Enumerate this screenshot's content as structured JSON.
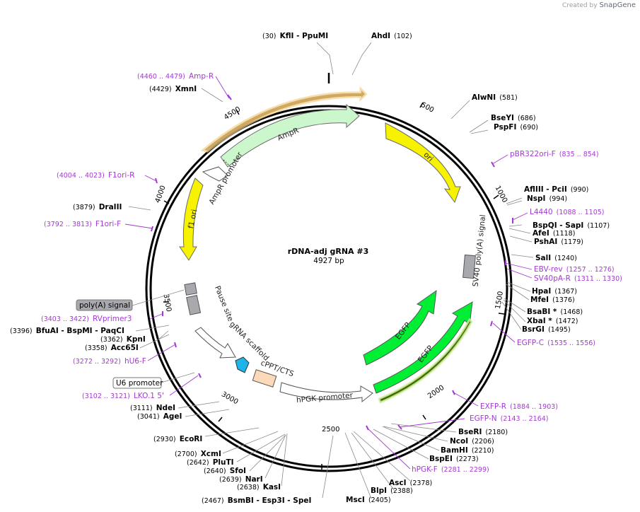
{
  "watermark": {
    "prefix": "Created by",
    "brand": "SnapGene"
  },
  "plasmid": {
    "name": "rDNA-adj gRNA #3",
    "length": "4927 bp"
  },
  "ticks": [
    "500",
    "1000",
    "1500",
    "2000",
    "2500",
    "3000",
    "3500",
    "4000",
    "4500"
  ],
  "enzymes": [
    {
      "pre": "(30)",
      "name": "KflI  - PpuMI",
      "post": ""
    },
    {
      "pre": "",
      "name": "AhdI",
      "post": "(102)"
    },
    {
      "pre": "",
      "name": "AlwNI",
      "post": "(581)"
    },
    {
      "pre": "",
      "name": "BseYI",
      "post": "(686)"
    },
    {
      "pre": "",
      "name": "PspFI",
      "post": "(690)"
    },
    {
      "pre": "",
      "name": "AflIII  - PciI",
      "post": "(990)"
    },
    {
      "pre": "",
      "name": "NspI",
      "post": "(994)"
    },
    {
      "pre": "",
      "name": "BspQI  - SapI",
      "post": "(1107)"
    },
    {
      "pre": "",
      "name": "AfeI",
      "post": "(1118)"
    },
    {
      "pre": "",
      "name": "PshAI",
      "post": "(1179)"
    },
    {
      "pre": "",
      "name": "SalI",
      "post": "(1240)"
    },
    {
      "pre": "",
      "name": "HpaI",
      "post": "(1367)"
    },
    {
      "pre": "",
      "name": "MfeI",
      "post": "(1376)"
    },
    {
      "pre": "",
      "name": "BsaBI *",
      "post": "(1468)"
    },
    {
      "pre": "",
      "name": "XbaI *",
      "post": "(1472)"
    },
    {
      "pre": "",
      "name": "BsrGI",
      "post": "(1495)"
    },
    {
      "pre": "",
      "name": "BseRI",
      "post": "(2180)"
    },
    {
      "pre": "",
      "name": "NcoI",
      "post": "(2206)"
    },
    {
      "pre": "",
      "name": "BamHI",
      "post": "(2210)"
    },
    {
      "pre": "",
      "name": "BspEI",
      "post": "(2273)"
    },
    {
      "pre": "",
      "name": "AscI",
      "post": "(2378)"
    },
    {
      "pre": "",
      "name": "BlpI",
      "post": "(2388)"
    },
    {
      "pre": "",
      "name": "MscI",
      "post": "(2405)"
    },
    {
      "pre": "(2467)",
      "name": "BsmBI  - Esp3I  - SpeI",
      "post": ""
    },
    {
      "pre": "(2638)",
      "name": "KasI",
      "post": ""
    },
    {
      "pre": "(2639)",
      "name": "NarI",
      "post": ""
    },
    {
      "pre": "(2640)",
      "name": "SfoI",
      "post": ""
    },
    {
      "pre": "(2642)",
      "name": "PluTI",
      "post": ""
    },
    {
      "pre": "(2700)",
      "name": "XcmI",
      "post": ""
    },
    {
      "pre": "(2930)",
      "name": "EcoRI",
      "post": ""
    },
    {
      "pre": "(3041)",
      "name": "AgeI",
      "post": ""
    },
    {
      "pre": "(3111)",
      "name": "NdeI",
      "post": ""
    },
    {
      "pre": "(3358)",
      "name": "Acc65I",
      "post": ""
    },
    {
      "pre": "(3362)",
      "name": "KpnI",
      "post": ""
    },
    {
      "pre": "(3396)",
      "name": "BfuAI  - BspMI  - PaqCI",
      "post": ""
    },
    {
      "pre": "(3879)",
      "name": "DraIII",
      "post": ""
    },
    {
      "pre": "(4429)",
      "name": "XmnI",
      "post": ""
    }
  ],
  "primers": [
    {
      "range": "(4460 .. 4479)",
      "name": "Amp-R",
      "name_first": true
    },
    {
      "range": "(835 .. 854)",
      "name": "pBR322ori-F",
      "name_first": true
    },
    {
      "range": "(4004 .. 4023)",
      "name": "F1ori-R",
      "name_first": true
    },
    {
      "range": "(3792 .. 3813)",
      "name": "F1ori-F",
      "name_first": true
    },
    {
      "range": "(1088 .. 1105)",
      "name": "L4440",
      "name_first": true
    },
    {
      "range": "(1257 .. 1276)",
      "name": "EBV-rev",
      "name_first": true
    },
    {
      "range": "(1311 .. 1330)",
      "name": "SV40pA-R",
      "name_first": true
    },
    {
      "range": "(1535 .. 1556)",
      "name": "EGFP-C",
      "name_first": true
    },
    {
      "range": "(3403 .. 3422)",
      "name": "RVprimer3",
      "name_first": true
    },
    {
      "range": "(3272 .. 3292)",
      "name": "hU6-F",
      "name_first": true
    },
    {
      "range": "(3102 .. 3121)",
      "name": "LKO.1 5'",
      "name_first": true
    },
    {
      "range": "(1884 .. 1903)",
      "name": "EXFP-R",
      "name_first": true
    },
    {
      "range": "(2143 .. 2164)",
      "name": "EGFP-N",
      "name_first": true
    },
    {
      "range": "(2281 .. 2299)",
      "name": "hPGK-F",
      "name_first": true
    }
  ],
  "features": {
    "ori": "ori",
    "ampr": "AmpR",
    "ampr_promoter": "AmpR promoter",
    "f1_ori": "f1 ori",
    "sv40_polya": "SV40 poly(A) signal",
    "egfp": "EGFP",
    "pause_site": "Pause site",
    "grna_scaffold": "gRNA scaffold",
    "cppt": "cPPT/CTS",
    "hpgk": "hPGK promoter",
    "polya_box": "poly(A) signal",
    "u6_box": "U6 promoter"
  },
  "colors": {
    "ori": "#f7f200",
    "ampr": "#ccf6cc",
    "egfp": "#00ee33",
    "primer": "#a23ad0",
    "signal": "#a7a9ac",
    "cppt": "#fcd9b8",
    "scaffold": "#1eb4ea"
  }
}
